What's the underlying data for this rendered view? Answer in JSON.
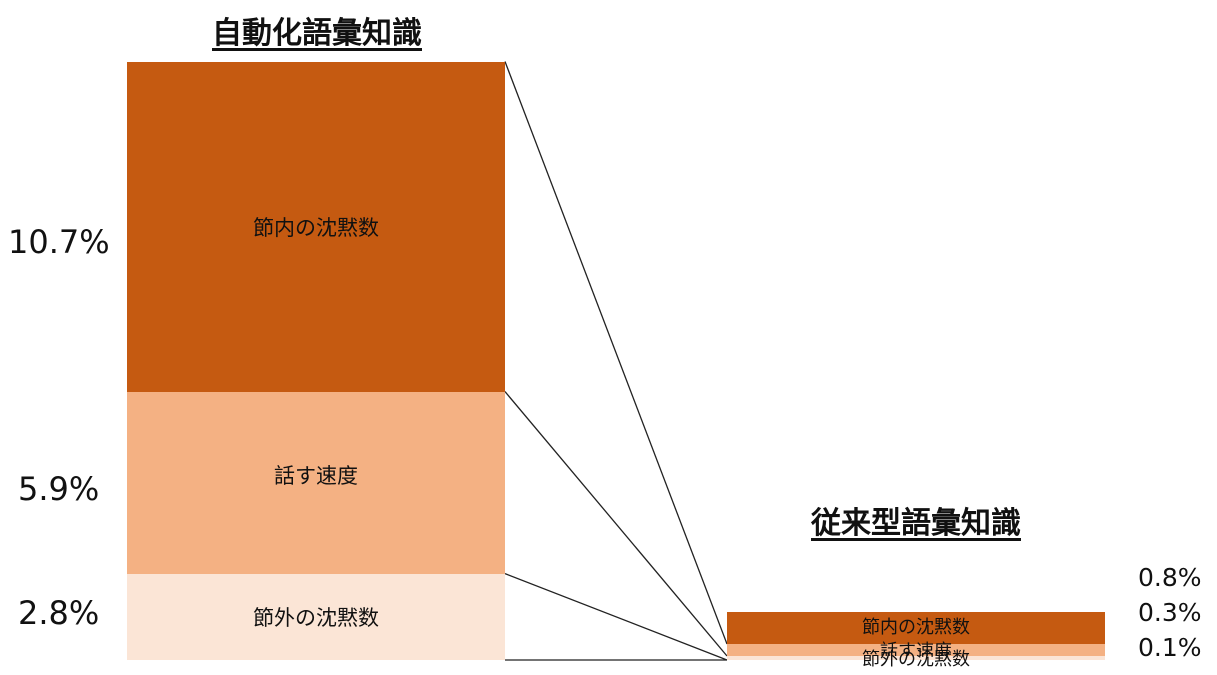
{
  "chart_data": {
    "type": "bar",
    "stacked": true,
    "colors": [
      "#c55a11",
      "#f4b183",
      "#fbe5d6"
    ],
    "bars": [
      {
        "title": "自動化語彙知識",
        "segments": [
          {
            "label": "節内の沈黙数",
            "value": 10.7,
            "value_text": "10.7%"
          },
          {
            "label": "話す速度",
            "value": 5.9,
            "value_text": "5.9%"
          },
          {
            "label": "節外の沈黙数",
            "value": 2.8,
            "value_text": "2.8%"
          }
        ]
      },
      {
        "title": "従来型語彙知識",
        "segments": [
          {
            "label": "節内の沈黙数",
            "value": 0.8,
            "value_text": "0.8%"
          },
          {
            "label": "話す速度",
            "value": 0.3,
            "value_text": "0.3%"
          },
          {
            "label": "節外の沈黙数",
            "value": 0.1,
            "value_text": "0.1%"
          }
        ]
      }
    ]
  }
}
